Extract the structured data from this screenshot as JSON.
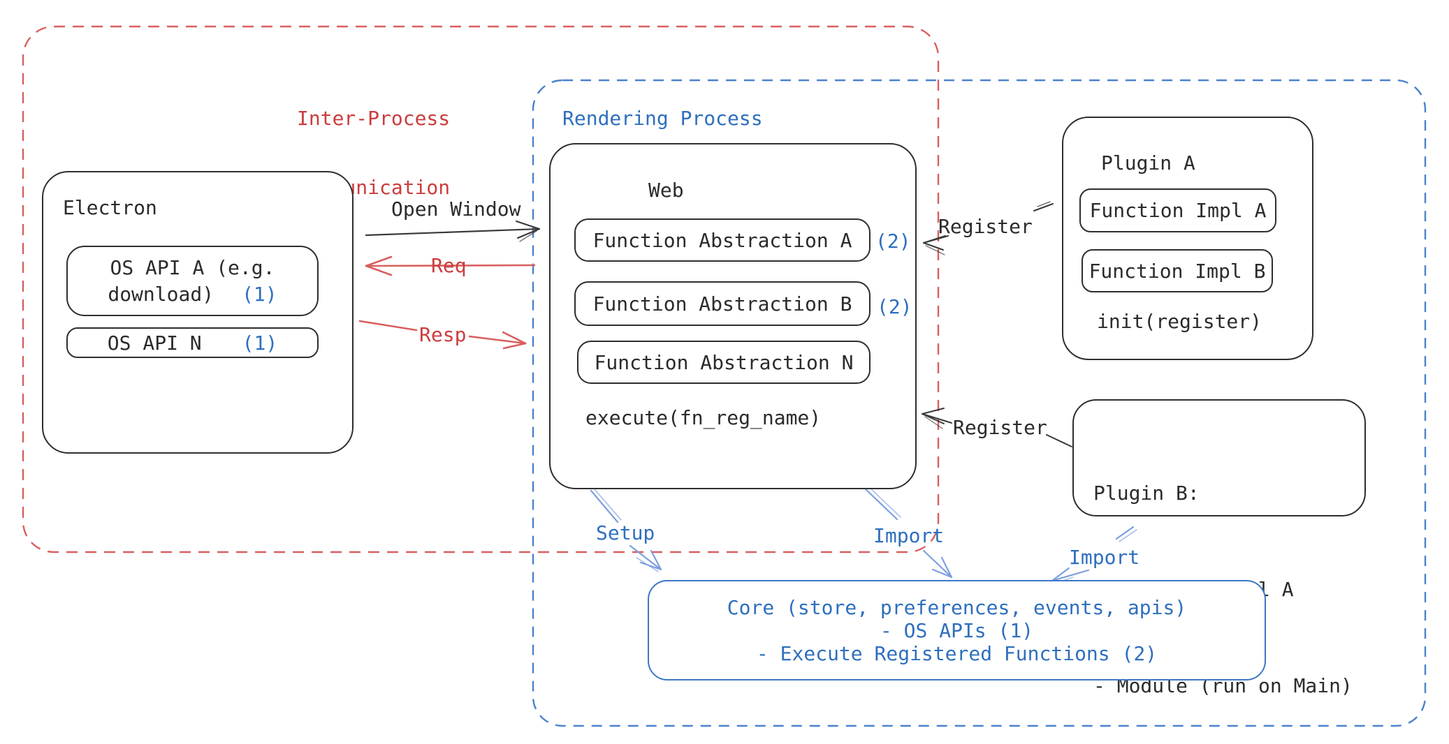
{
  "diagram": {
    "ipc_group": {
      "title_line1": "Inter-Process",
      "title_line2": "Communication"
    },
    "rendering_group": {
      "title": "Rendering Process"
    },
    "electron": {
      "title": "Electron",
      "os_api_a": {
        "line1": "OS API A (e.g.",
        "line2": "download)",
        "num": "(1)"
      },
      "os_api_n": {
        "label": "OS API N",
        "num": "(1)"
      }
    },
    "web": {
      "title": "Web",
      "fn_abstraction_a": {
        "label": "Function Abstraction A",
        "num": "(2)"
      },
      "fn_abstraction_b": {
        "label": "Function Abstraction B",
        "num": "(2)"
      },
      "fn_abstraction_n": {
        "label": "Function Abstraction N"
      },
      "execute": "execute(fn_reg_name)"
    },
    "plugin_a": {
      "title": "Plugin A",
      "impl_a": "Function Impl A",
      "impl_b": "Function Impl B",
      "init": "init(register)"
    },
    "plugin_b": {
      "title": "Plugin B:",
      "item1": "- Function Impl A",
      "item2": "- Module (run on Main)"
    },
    "core": {
      "line1": "Core (store, preferences, events, apis)",
      "line2": "- OS APIs (1)",
      "line3": "- Execute Registered Functions (2)"
    },
    "arrows": {
      "open_window": "Open Window",
      "req": "Req",
      "resp": "Resp",
      "register_top": "Register",
      "register_bottom": "Register",
      "setup": "Setup",
      "import_mid": "Import",
      "import_right": "Import"
    },
    "colors": {
      "ink": "#2b2b2b",
      "red_text": "#cb3d3d",
      "red_stroke": "#d95f5f",
      "blue_text": "#2e6fbe",
      "blue_stroke": "#7d9fdd",
      "blue_dash": "#4a82cc",
      "core_border": "#3c77c6"
    }
  }
}
